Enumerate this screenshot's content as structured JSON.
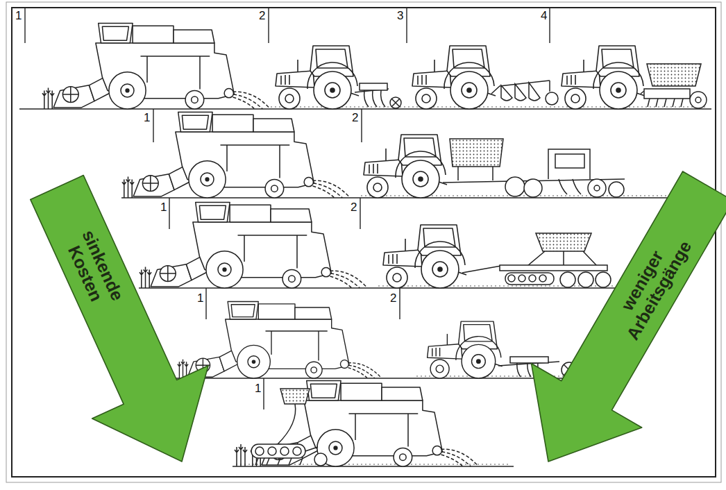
{
  "diagram": {
    "nodes": [
      {
        "text": [
          "sinkende Kosten"
        ]
      },
      {
        "text": [
          "weniger Arbeitsgänge"
        ]
      }
    ],
    "labels": [
      "1",
      "2",
      "3",
      "4",
      "1",
      "2",
      "1",
      "2",
      "1",
      "2",
      "1"
    ]
  }
}
